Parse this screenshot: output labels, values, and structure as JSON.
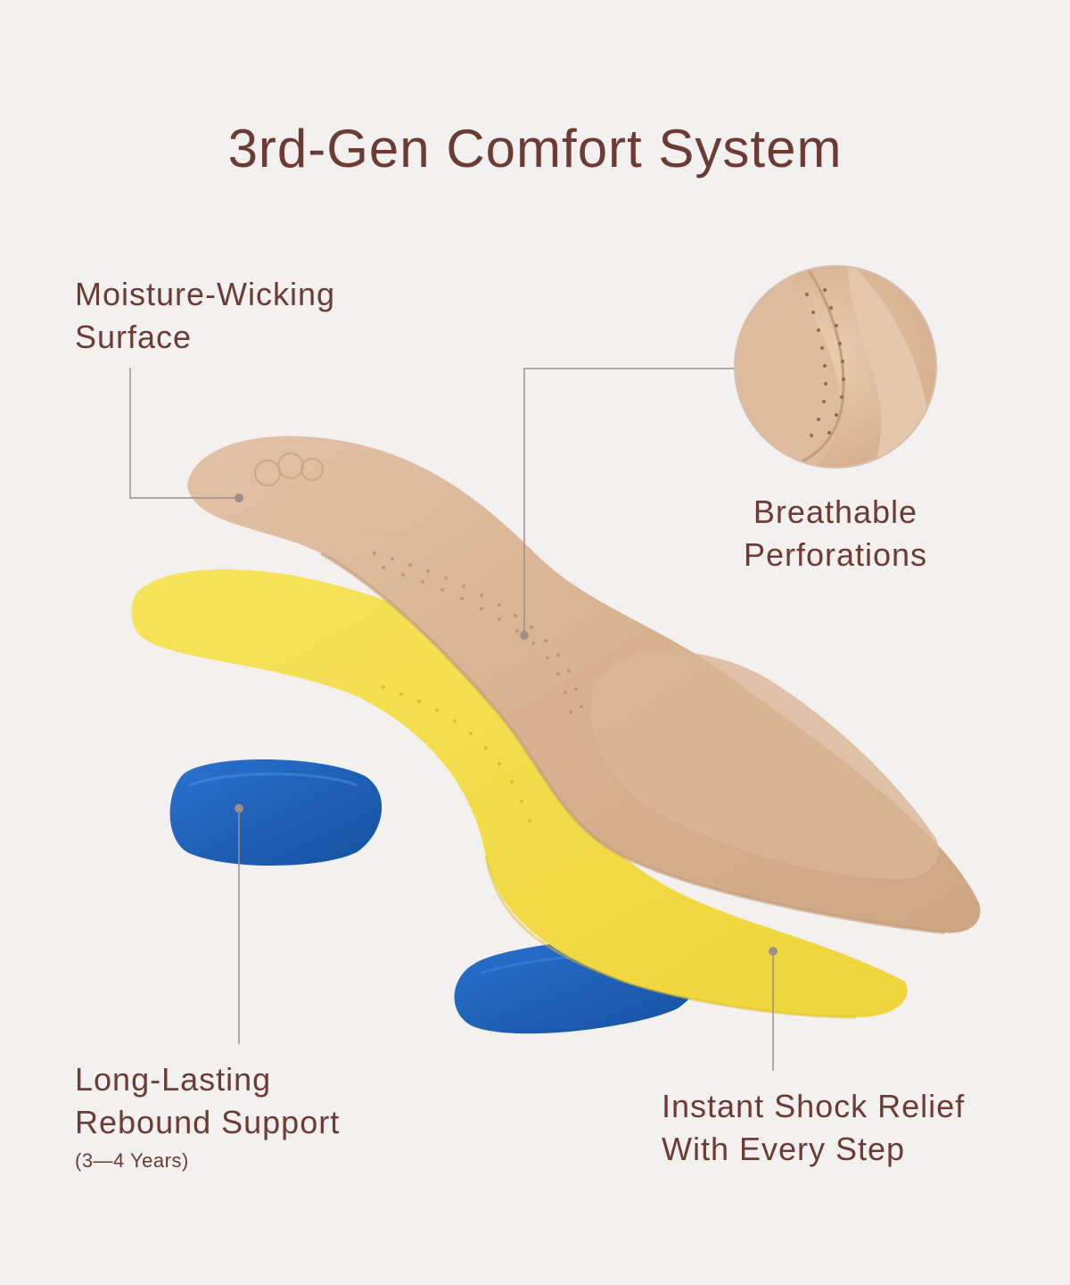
{
  "title": "3rd-Gen Comfort System",
  "colors": {
    "background": "#f3f1ef",
    "text": "#6e3a34",
    "leader_line": "#9e8f8b",
    "surface_layer": "#d9b392",
    "foam_layer": "#f2dd45",
    "rebound_pad": "#1d5fb8"
  },
  "features": {
    "moisture": {
      "line1": "Moisture-Wicking",
      "line2": "Surface"
    },
    "breathable": {
      "line1": "Breathable",
      "line2": "Perforations"
    },
    "rebound": {
      "line1": "Long-Lasting",
      "line2": "Rebound Support",
      "note": "(3—4 Years)"
    },
    "shock": {
      "line1": "Instant Shock Relief",
      "line2": "With Every Step"
    }
  }
}
